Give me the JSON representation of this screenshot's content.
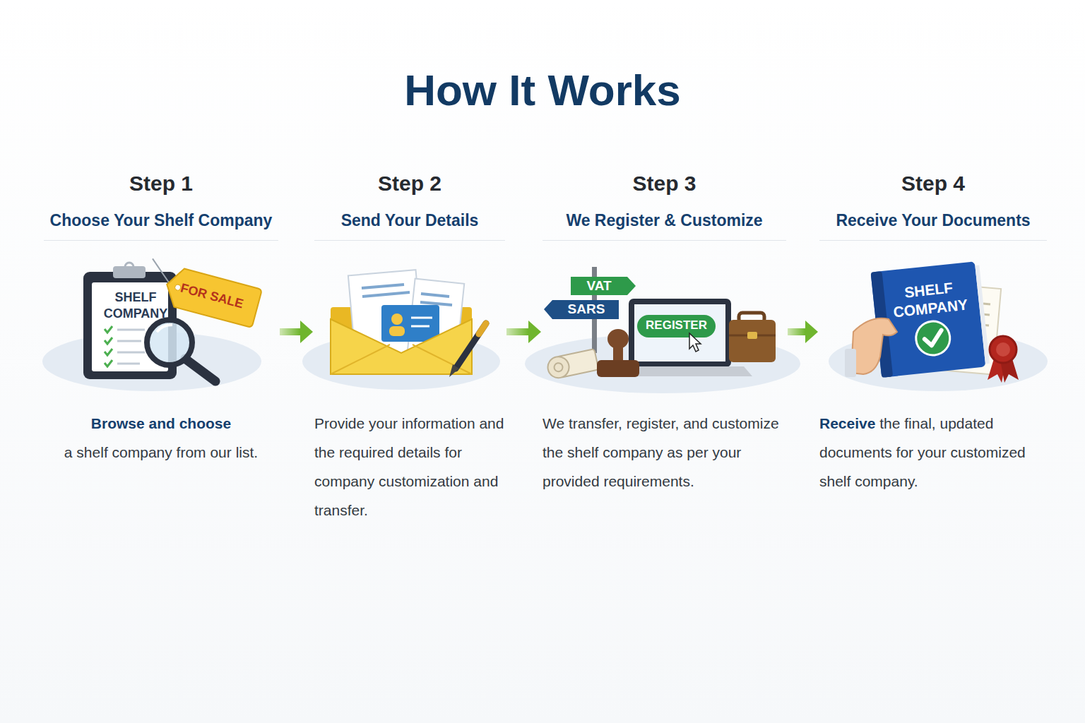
{
  "diagram": {
    "title": "How It Works",
    "nodes": [
      {
        "text": [
          "Step 1",
          "Choose Your Shelf Company",
          "Browse and choose",
          "a shelf company from our list."
        ]
      },
      {
        "text": [
          "Step 2",
          "Send Your Details",
          "Provide your information and the required details for company customization and transfer."
        ]
      },
      {
        "text": [
          "Step 3",
          "We Register & Customize",
          "We transfer, register, and customize the shelf company as per your provided requirements."
        ]
      },
      {
        "text": [
          "Step 4",
          "Receive Your Documents",
          "Receive",
          "the final, updated documents for your customized shelf company."
        ]
      }
    ],
    "edges": [
      {
        "from": 0,
        "to": 1,
        "arrow": "to"
      },
      {
        "from": 1,
        "to": 2,
        "arrow": "to"
      },
      {
        "from": 2,
        "to": 3,
        "arrow": "to"
      }
    ],
    "labels": [
      "SHELF COMPANY",
      "FOR SALE",
      "VAT",
      "SARS",
      "REGISTER",
      "SHELF COMPANY"
    ]
  }
}
